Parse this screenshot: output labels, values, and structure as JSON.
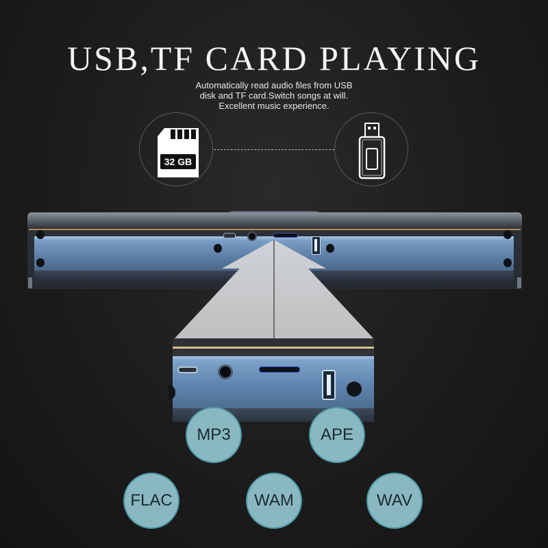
{
  "header": {
    "title": "USB,TF CARD PLAYING",
    "subtitle_lines": [
      "Automatically read audio files from USB",
      "disk and TF card.Switch songs at will.",
      "Excellent music experience."
    ]
  },
  "sources": {
    "sd_card": {
      "icon": "sd-card-icon",
      "capacity_label": "32 GB"
    },
    "usb_drive": {
      "icon": "usb-drive-icon"
    },
    "connector": "dashed-line"
  },
  "product": {
    "name": "soundbar",
    "ports": [
      "micro-usb",
      "aux-jack",
      "tf-card-slot",
      "usb-a"
    ],
    "highlight": "tf-card-slot",
    "colors": {
      "panel": "#7a9ec6",
      "trim": "#b08d55",
      "arrow": "#c9c9c9"
    }
  },
  "formats": {
    "items": [
      {
        "label": "MP3"
      },
      {
        "label": "APE"
      },
      {
        "label": "FLAC"
      },
      {
        "label": "WAM"
      },
      {
        "label": "WAV"
      }
    ],
    "badge_fill": "#8ab8c1",
    "badge_border": "#4c97a7"
  }
}
